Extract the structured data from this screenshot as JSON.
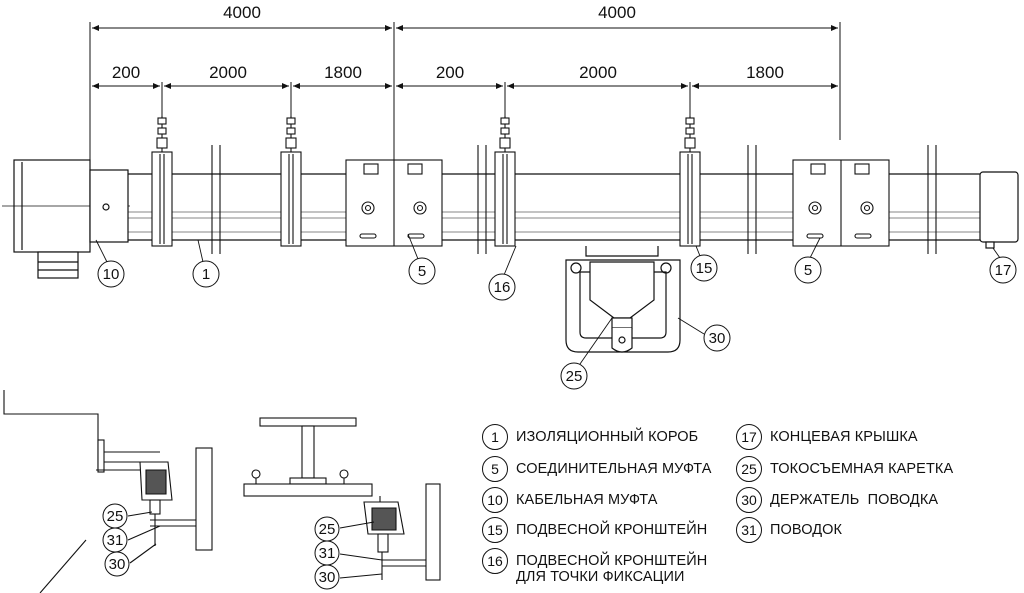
{
  "dimensions": {
    "top_total": [
      "4000",
      "4000"
    ],
    "segments": [
      "200",
      "2000",
      "1800",
      "200",
      "2000",
      "1800"
    ]
  },
  "callouts": [
    "10",
    "1",
    "5",
    "16",
    "15",
    "5",
    "17",
    "30",
    "25"
  ],
  "detail_callouts": {
    "left": [
      "25",
      "31",
      "30"
    ],
    "right": [
      "25",
      "31",
      "30"
    ]
  },
  "legend": [
    {
      "num": "1",
      "text": "ИЗОЛЯЦИОННЫЙ КОРОБ"
    },
    {
      "num": "5",
      "text": "СОЕДИНИТЕЛЬНАЯ МУФТА"
    },
    {
      "num": "10",
      "text": "КАБЕЛЬНАЯ МУФТА"
    },
    {
      "num": "15",
      "text": "ПОДВЕСНОЙ КРОНШТЕЙН"
    },
    {
      "num": "16",
      "text": "ПОДВЕСНОЙ КРОНШТЕЙН",
      "text2": "ДЛЯ ТОЧКИ ФИКСАЦИИ"
    },
    {
      "num": "17",
      "text": "КОНЦЕВАЯ КРЫШКА"
    },
    {
      "num": "25",
      "text": "ТОКОСЪЕМНАЯ КАРЕТКА"
    },
    {
      "num": "30",
      "text": "ДЕРЖАТЕЛЬ  ПОВОДКА"
    },
    {
      "num": "31",
      "text": "ПОВОДОК"
    }
  ]
}
